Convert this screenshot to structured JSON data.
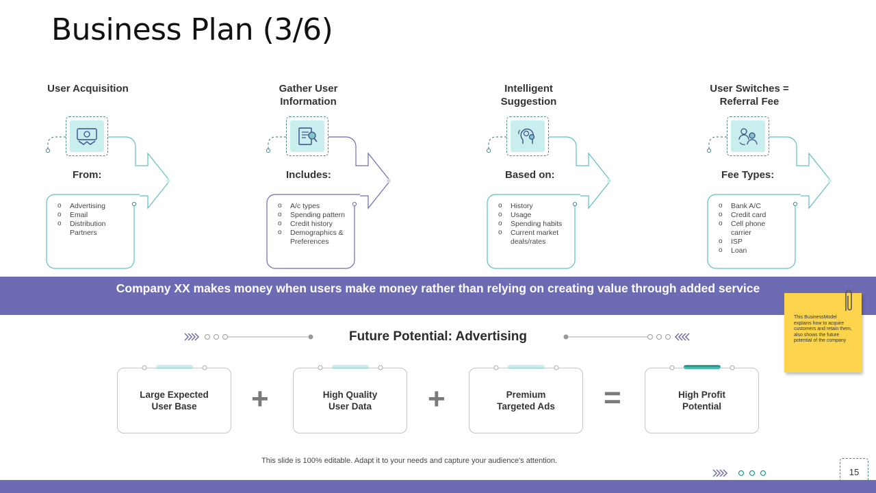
{
  "title": "Business Plan (3/6)",
  "steps": [
    {
      "title": "User Acquisition",
      "head": "From:",
      "icon": "handshake-money-icon",
      "items": [
        "Advertising",
        "Email",
        "Distribution Partners"
      ]
    },
    {
      "title": "Gather User Information",
      "head": "Includes:",
      "icon": "document-search-icon",
      "items": [
        "A/c types",
        "Spending pattern",
        "Credit history",
        "Demographics & Preferences"
      ]
    },
    {
      "title": "Intelligent Suggestion",
      "head": "Based on:",
      "icon": "brain-gears-icon",
      "items": [
        "History",
        "Usage",
        "Spending habits",
        "Current market deals/rates"
      ]
    },
    {
      "title": "User Switches = Referral Fee",
      "head": "Fee Types:",
      "icon": "users-exchange-icon",
      "items": [
        "Bank A/C",
        "Credit card",
        "Cell phone carrier",
        "ISP",
        "Loan"
      ]
    }
  ],
  "banner": "Company XX makes money when users make money rather than relying on creating value through added service",
  "sticky_note": "This BusinessModel explains how to acquire customers and retain them, also shows the future potential of the company",
  "future": {
    "title": "Future Potential: Advertising",
    "cards": [
      "Large Expected User Base",
      "High Quality User Data",
      "Premium Targeted Ads",
      "High Profit Potential"
    ],
    "operators": [
      "+",
      "+",
      "="
    ]
  },
  "footer": "This slide is 100% editable. Adapt it to your needs and capture your audience's attention.",
  "page_number": "15",
  "colors": {
    "accent": "#6c6bb3",
    "teal": "#2a9d8f",
    "light_teal": "#c9eeee",
    "note": "#fdd54c"
  }
}
